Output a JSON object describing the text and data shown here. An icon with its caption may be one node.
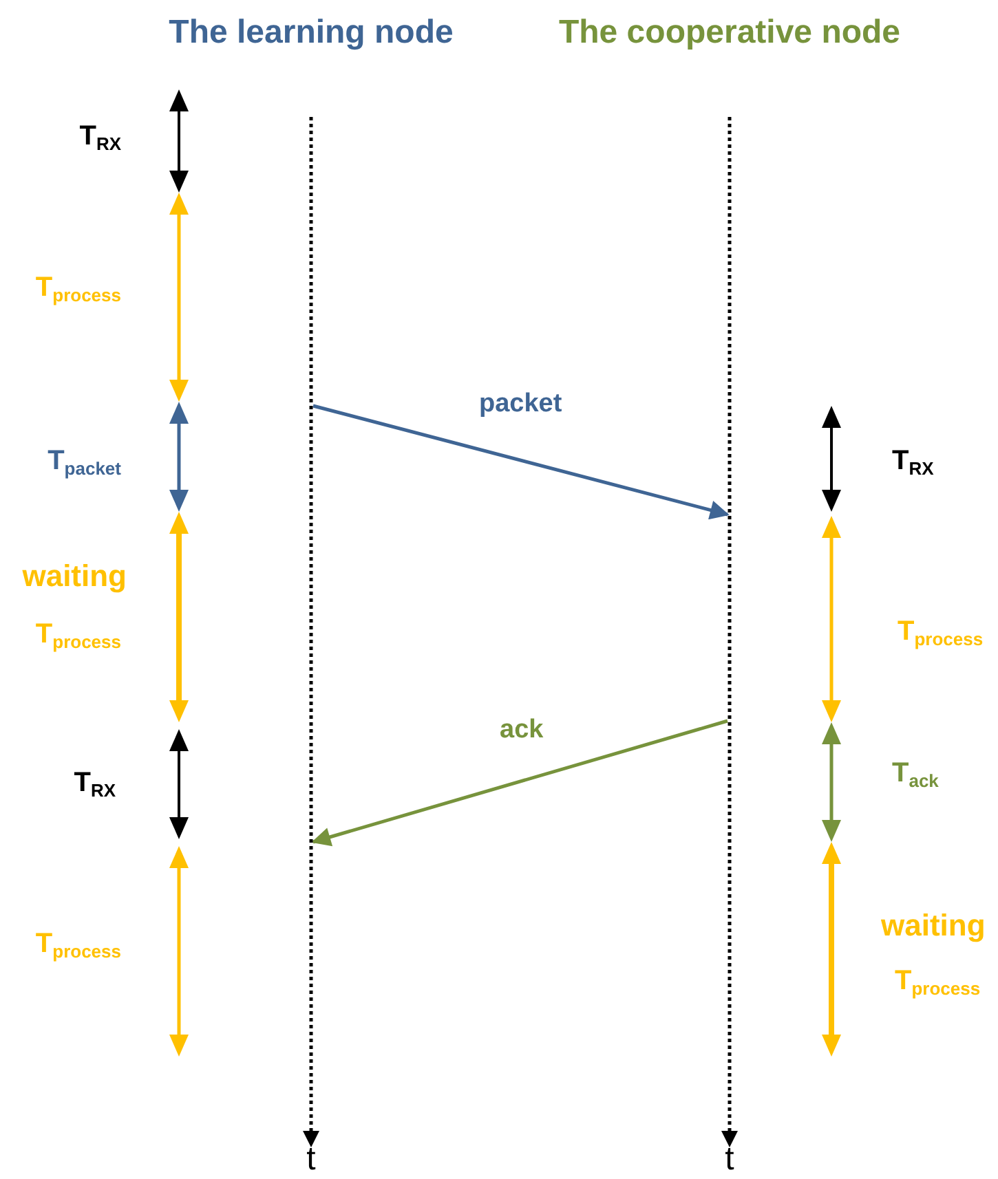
{
  "diagram": {
    "nodes": [
      {
        "text": [
          "The learning node"
        ]
      },
      {
        "text": [
          "The cooperative node"
        ]
      }
    ],
    "edges": [
      {
        "from": 0,
        "to": 1,
        "arrow": "to",
        "label": "packet",
        "color": "#3f6594"
      },
      {
        "from": 1,
        "to": 0,
        "arrow": "to",
        "label": "ack",
        "color": "#77933c"
      }
    ],
    "labels": [
      "T$_{RX}$",
      "T$_{process}$",
      "T$_{packet}$",
      "waiting",
      "T$_{process}$",
      "T$_{RX}$",
      "T$_{process}$",
      "T$_{RX}$",
      "T$_{process}$",
      "T$_{ack}$",
      "waiting",
      "T$_{process}$",
      "t",
      "t"
    ]
  }
}
